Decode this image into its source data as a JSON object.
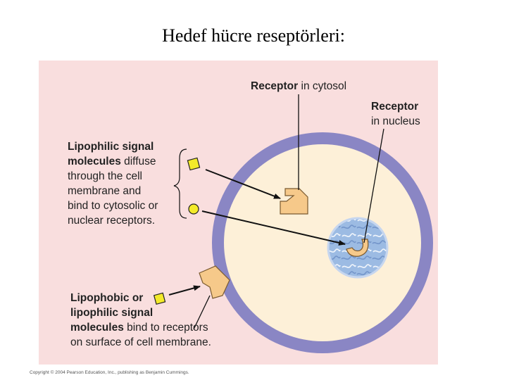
{
  "title": "Hedef hücre reseptörleri:",
  "labels": {
    "receptor_cytosol": {
      "bold": "Receptor",
      "rest": " in cytosol"
    },
    "receptor_nucleus": {
      "bold": "Receptor",
      "rest": "in nucleus"
    },
    "lipophilic": {
      "line1": "Lipophilic signal",
      "line2_bold": "molecules",
      "line2_rest": " diffuse",
      "line3": "through the cell",
      "line4": "membrane and",
      "line5": "bind to cytosolic or",
      "line6": "nuclear receptors."
    },
    "lipophobic": {
      "line1": "Lipophobic or",
      "line2": "lipophilic signal",
      "line3_bold": "molecules",
      "line3_rest": " bind to receptors",
      "line4": "on surface of cell membrane."
    }
  },
  "copyright": "Copyright © 2004 Pearson Education, Inc., publishing as Benjamin Cummings.",
  "colors": {
    "background": "#f9dede",
    "membrane": "#8a86c4",
    "cytoplasm": "#fdf0d8",
    "receptor": "#f6c98a",
    "signal": "#f3ea2a",
    "nucleus": "#8fb1dc"
  }
}
